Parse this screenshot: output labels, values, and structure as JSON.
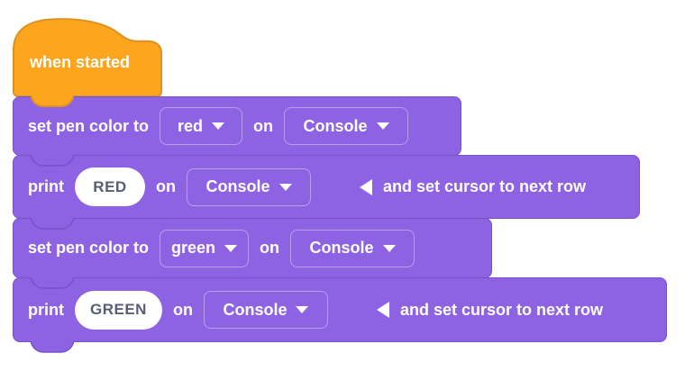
{
  "colors": {
    "canvas-bg": "#ffffff",
    "hat-fill": "#FCA51D",
    "hat-border": "#DD9123",
    "block-fill": "#8E63E3",
    "block-border": "#7A50C7",
    "dropdown-border": "#B89FF0",
    "block-text": "#ffffff",
    "input-fill": "#ffffff",
    "input-text": "#575E75"
  },
  "icons": {
    "dropdown-arrow": "triangle-down",
    "collapse-arrow": "triangle-left",
    "hat-bump": "puzzle-tab",
    "stack-bump": "puzzle-tab"
  },
  "script": {
    "hat": {
      "label": "when started"
    },
    "set_pen_red": {
      "label_prefix": "set pen color to",
      "color": "red",
      "label_on": "on",
      "target": "Console"
    },
    "print_red": {
      "label_prefix": "print",
      "value": "RED",
      "label_on": "on",
      "target": "Console",
      "label_suffix": "and set cursor to next row"
    },
    "set_pen_green": {
      "label_prefix": "set pen color to",
      "color": "green",
      "label_on": "on",
      "target": "Console"
    },
    "print_green": {
      "label_prefix": "print",
      "value": "GREEN",
      "label_on": "on",
      "target": "Console",
      "label_suffix": "and set cursor to next row"
    }
  }
}
